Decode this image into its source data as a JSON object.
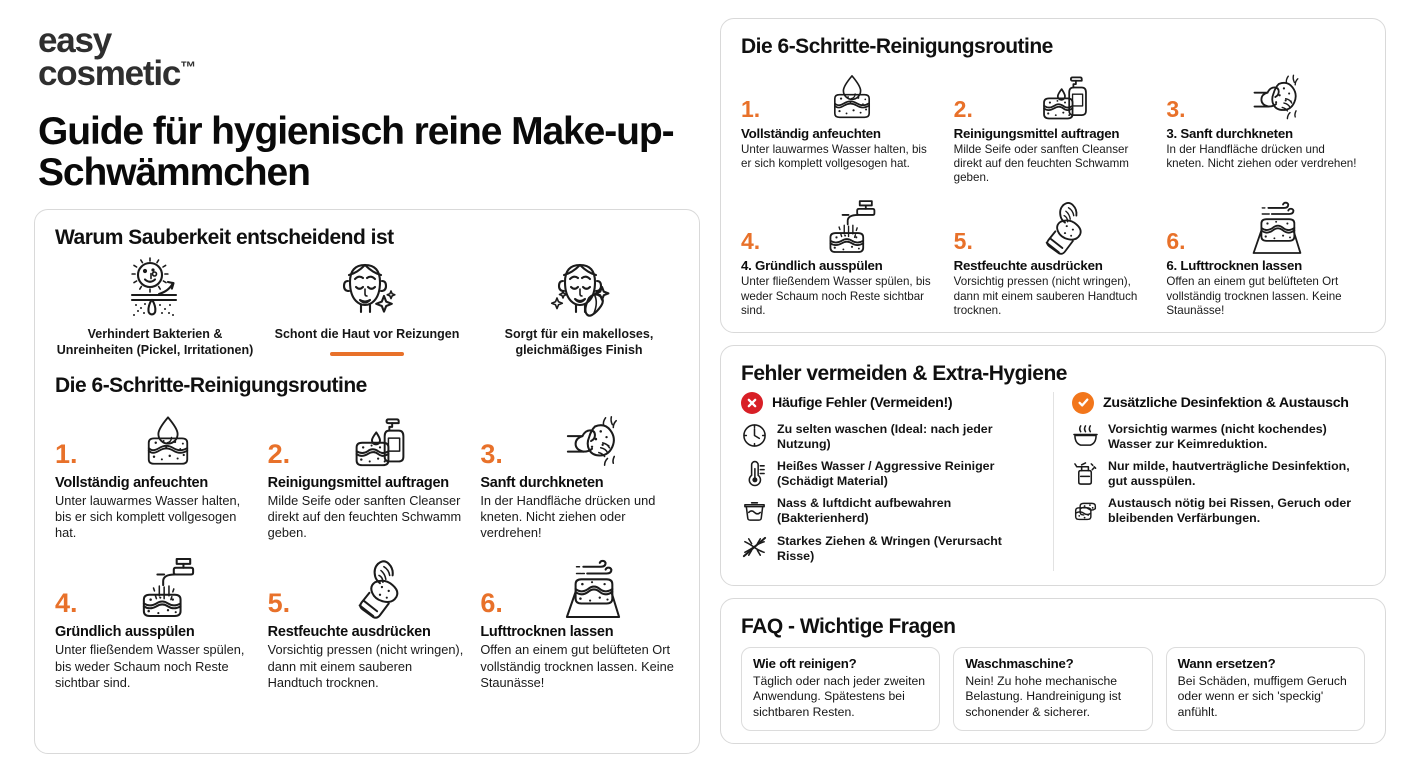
{
  "brand": {
    "line1": "easy",
    "line2": "cosmetic",
    "tm": "™"
  },
  "headline": "Guide für hygienisch reine Make-up-Schwämmchen",
  "colors": {
    "accent": "#e8712a",
    "danger": "#d81f26",
    "text": "#111111"
  },
  "why": {
    "title": "Warum Sauberkeit entscheidend ist",
    "items": [
      {
        "icon": "bacteria-pore-icon",
        "caption": "Verhindert Bakterien & Unreinheiten (Pickel, Irritationen)"
      },
      {
        "icon": "calm-face-icon",
        "caption": "Schont die Haut vor Reizungen"
      },
      {
        "icon": "face-sponge-icon",
        "caption": "Sorgt für ein makelloses, gleichmäßiges Finish"
      }
    ]
  },
  "routine_left": {
    "title": "Die 6-Schritte-Reinigungsroutine",
    "steps": [
      {
        "num": "1.",
        "icon": "sponge-droplet-icon",
        "title": "Vollständig anfeuchten",
        "desc": "Unter lauwarmes Wasser halten, bis er sich komplett vollgesogen hat."
      },
      {
        "num": "2.",
        "icon": "soap-dispenser-sponge-icon",
        "title": "Reinigungsmittel auftragen",
        "desc": "Milde Seife oder sanften Cleanser direkt auf den feuchten Schwamm geben."
      },
      {
        "num": "3.",
        "icon": "hand-knead-sponge-icon",
        "title": "Sanft durchkneten",
        "desc": "In der Handfläche drücken und kneten. Nicht ziehen oder verdrehen!"
      },
      {
        "num": "4.",
        "icon": "faucet-rinse-icon",
        "title": "Gründlich ausspülen",
        "desc": "Unter fließendem Wasser spülen, bis weder Schaum noch Reste sichtbar sind."
      },
      {
        "num": "5.",
        "icon": "towel-press-icon",
        "title": "Restfeuchte ausdrücken",
        "desc": "Vorsichtig pressen (nicht wringen), dann mit einem sauberen Handtuch trocknen."
      },
      {
        "num": "6.",
        "icon": "air-dry-icon",
        "title": "Lufttrocknen lassen",
        "desc": "Offen an einem gut belüfteten Ort vollständig trocknen lassen. Keine Staunässe!"
      }
    ]
  },
  "routine_right": {
    "title": "Die 6-Schritte-Reinigungsroutine",
    "steps": [
      {
        "num": "1.",
        "icon": "sponge-droplet-icon",
        "title": "Vollständig anfeuchten",
        "desc": "Unter lauwarmes Wasser halten, bis er sich komplett vollgesogen hat."
      },
      {
        "num": "2.",
        "icon": "soap-dispenser-sponge-icon",
        "title": "Reinigungsmittel auftragen",
        "desc": "Milde Seife oder sanften Cleanser direkt auf den feuchten Schwamm geben."
      },
      {
        "num": "3.",
        "icon": "hand-knead-sponge-icon",
        "title": "3. Sanft durchkneten",
        "desc": "In der Handfläche drücken und kneten. Nicht ziehen oder verdrehen!"
      },
      {
        "num": "4.",
        "icon": "faucet-rinse-icon",
        "title": "4. Gründlich ausspülen",
        "desc": "Unter fließendem Wasser spülen, bis weder Schaum noch Reste sichtbar sind."
      },
      {
        "num": "5.",
        "icon": "towel-press-icon",
        "title": "Restfeuchte ausdrücken",
        "desc": "Vorsichtig pressen (nicht wringen), dann mit einem sauberen Handtuch trocknen."
      },
      {
        "num": "6.",
        "icon": "air-dry-icon",
        "title": "6. Lufttrocknen lassen",
        "desc": "Offen an einem gut belüfteten Ort vollständig trocknen lassen. Keine Staunässe!"
      }
    ]
  },
  "mistakes": {
    "title": "Fehler vermeiden & Extra-Hygiene",
    "left": {
      "badge": "x-circle-icon",
      "heading": "Häufige Fehler (Vermeiden!)",
      "items": [
        {
          "icon": "clock-icon",
          "text": "Zu selten waschen (Ideal: nach jeder Nutzung)"
        },
        {
          "icon": "thermometer-icon",
          "text": "Heißes Wasser / Aggressive Reiniger (Schädigt Material)"
        },
        {
          "icon": "closed-container-icon",
          "text": "Nass & luftdicht aufbewahren (Bakterienherd)"
        },
        {
          "icon": "no-wring-icon",
          "text": "Starkes Ziehen & Wringen (Verursacht Risse)"
        }
      ]
    },
    "right": {
      "badge": "check-circle-icon",
      "heading": "Zusätzliche Desinfektion & Austausch",
      "items": [
        {
          "icon": "steaming-bowl-icon",
          "text": "Vorsichtig warmes (nicht kochendes) Wasser zur Keimreduktion."
        },
        {
          "icon": "spray-bottle-icon",
          "text": "Nur milde, hautverträgliche Desinfektion, gut ausspülen."
        },
        {
          "icon": "two-sponges-icon",
          "text": "Austausch nötig bei Rissen, Geruch oder bleibenden Verfärbungen."
        }
      ]
    }
  },
  "faq": {
    "title": "FAQ - Wichtige Fragen",
    "items": [
      {
        "q": "Wie oft reinigen?",
        "a": "Täglich oder nach jeder zweiten Anwendung. Spätestens bei sichtbaren Resten."
      },
      {
        "q": "Waschmaschine?",
        "a": "Nein! Zu hohe mechanische Belastung. Handreinigung ist schonender & sicherer."
      },
      {
        "q": "Wann ersetzen?",
        "a": "Bei Schäden, muffigem Geruch oder wenn er sich 'speckig' anfühlt."
      }
    ]
  }
}
